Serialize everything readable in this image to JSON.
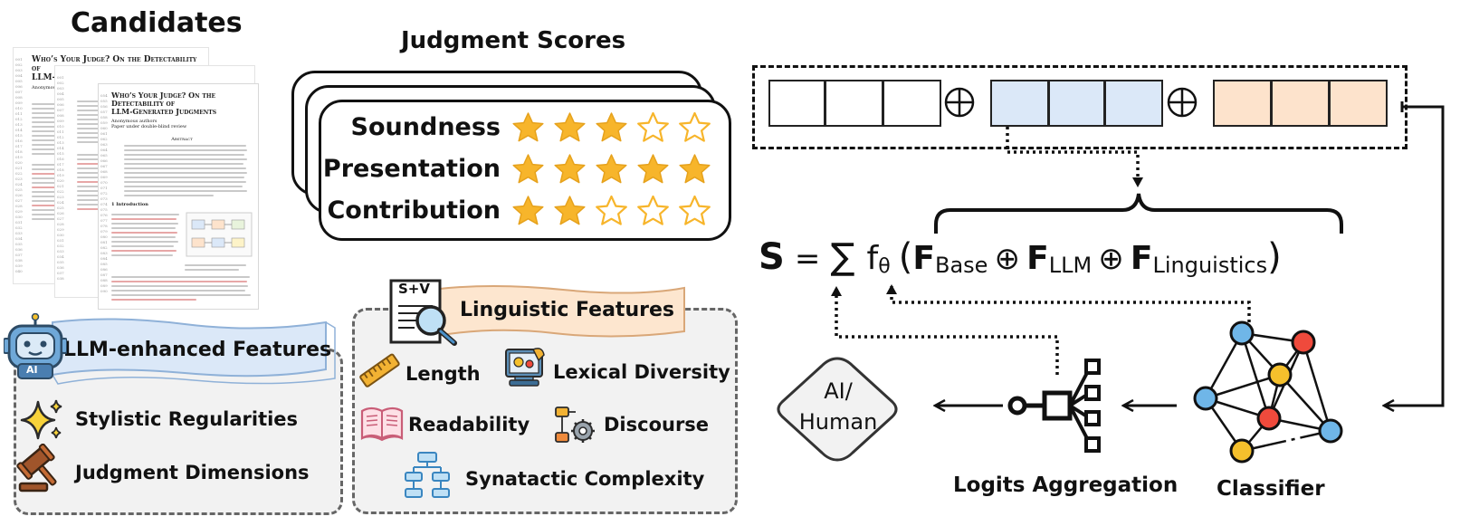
{
  "candidates": {
    "title": "Candidates",
    "paper_title_line1": "Who’s Your Judge? On the Detectability of",
    "paper_title_line2": "LLM-Generated Judgments",
    "paper_authors": "Anonymous authors",
    "paper_review": "Paper under double-blind review",
    "paper_abstract_heading": "Abstract",
    "paper_intro_heading": "1 Introduction"
  },
  "judgment_scores": {
    "title": "Judgment Scores",
    "rows": [
      {
        "label": "Soundness",
        "rating": 3,
        "max": 5
      },
      {
        "label": "Presentation",
        "rating": 5,
        "max": 5
      },
      {
        "label": "Contribution",
        "rating": 2,
        "max": 5
      }
    ]
  },
  "llm_features": {
    "title": "LLM-enhanced Features",
    "items": [
      "Stylistic Regularities",
      "Judgment Dimensions"
    ],
    "robot_badge": "AI"
  },
  "linguistic_features": {
    "title": "Linguistic Features",
    "doc_icon_text": "S+V",
    "items": [
      "Length",
      "Lexical Diversity",
      "Readability",
      "Discourse",
      "Synatactic Complexity"
    ]
  },
  "formula": {
    "lhs": "S",
    "eq": "=",
    "sum": "∑",
    "f": "f",
    "theta": "θ",
    "open": "(",
    "close": ")",
    "F": "F",
    "base_sub": "Base",
    "llm_sub": "LLM",
    "ling_sub": "Linguistics",
    "oplus": "⊕"
  },
  "pipeline": {
    "output_line1": "AI/",
    "output_line2": "Human",
    "aggregation_label": "Logits Aggregation",
    "classifier_label": "Classifier"
  },
  "colors": {
    "star_fill": "#f7b52b",
    "llm_banner": "#dbe8f8",
    "linguistic_banner": "#fde6cf",
    "vector_blue": "#dbe8f8",
    "vector_orange": "#fde3cc",
    "node_blue": "#6fb6e8",
    "node_red": "#ef4a3c",
    "node_yellow": "#f5c02c"
  }
}
